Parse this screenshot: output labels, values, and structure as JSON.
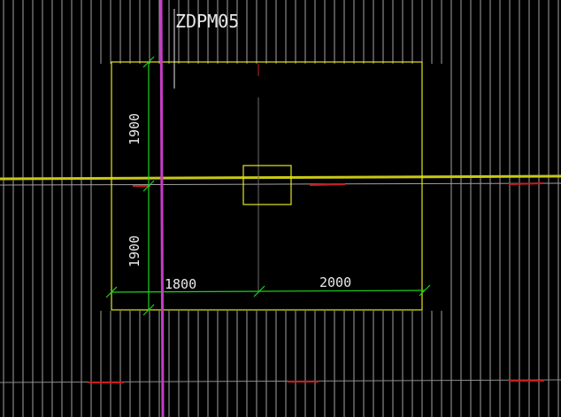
{
  "drawing": {
    "label": "ZDPM05",
    "dimensions": {
      "left_upper": "1900",
      "left_lower": "1900",
      "bottom_left": "1800",
      "bottom_right": "2000"
    }
  },
  "colors": {
    "background": "#000000",
    "hatch_lines": "#bfbfbf",
    "outline": "#e6e61e",
    "column": "#e6e61e",
    "axis_yellow": "#c8c814",
    "dim_green": "#1ed21e",
    "magenta_axis": "#c83cc8",
    "red_marks": "#c81e1e",
    "text": "#e8e8e8"
  }
}
